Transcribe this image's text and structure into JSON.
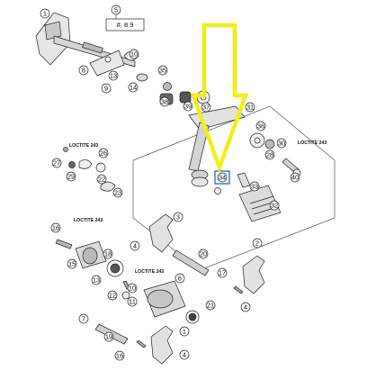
{
  "kit_box": {
    "number": "5",
    "contents": "#, 8 9"
  },
  "callouts": [
    "1",
    "2",
    "3",
    "4",
    "5",
    "6",
    "7",
    "8",
    "9",
    "10",
    "11",
    "12",
    "13",
    "14",
    "15",
    "16",
    "17",
    "18",
    "19",
    "20",
    "21",
    "22",
    "23",
    "24",
    "25",
    "26",
    "27",
    "28",
    "29",
    "30",
    "31",
    "32",
    "33",
    "34",
    "35",
    "36",
    "37",
    "38",
    "39",
    "40"
  ],
  "highlighted_callout": "34",
  "loctite_labels": [
    "LOCTITE 243",
    "LOCTITE 243",
    "LOCTITE 243",
    "LOCTITE 243"
  ],
  "arrow_color": "#f2ee19",
  "highlight_box_color": "#3a6fd0"
}
